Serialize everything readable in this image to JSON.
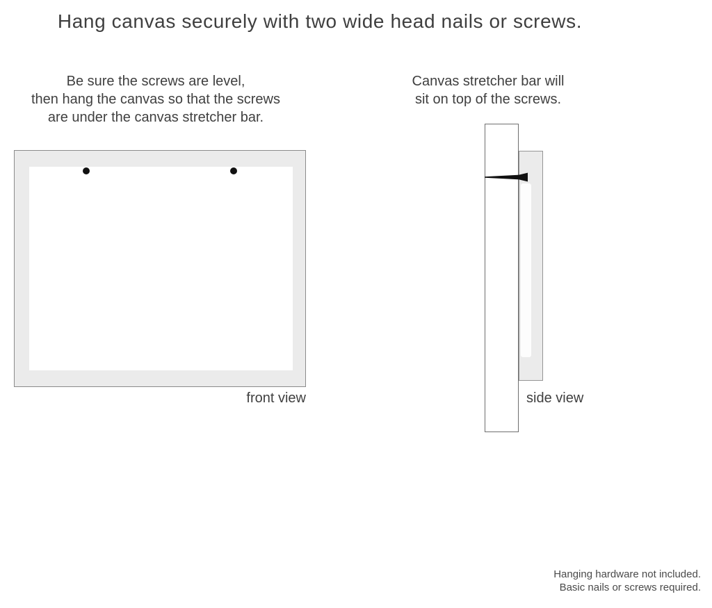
{
  "title": "Hang canvas securely with two wide head nails or screws.",
  "instructions": {
    "front_note": "Be sure the screws are level,\nthen hang the canvas so that the screws\nare under the canvas stretcher bar.",
    "side_note": "Canvas stretcher bar will\nsit on top of the screws."
  },
  "labels": {
    "front_view": "front view",
    "side_view": "side view"
  },
  "footnote": "Hanging hardware not included.\nBasic nails or screws required.",
  "diagram": {
    "screw_count": 2,
    "parts": [
      "canvas front view with two screws",
      "wall bar side view with nail",
      "canvas side view resting on nail"
    ]
  },
  "colors": {
    "background": "#ffffff",
    "canvas_gray": "#ebebeb",
    "border_dark": "#6e6e6e",
    "border_mid": "#8a8a8a",
    "border_light": "#949494",
    "text": "#3f3f3f",
    "nail": "#111111"
  }
}
